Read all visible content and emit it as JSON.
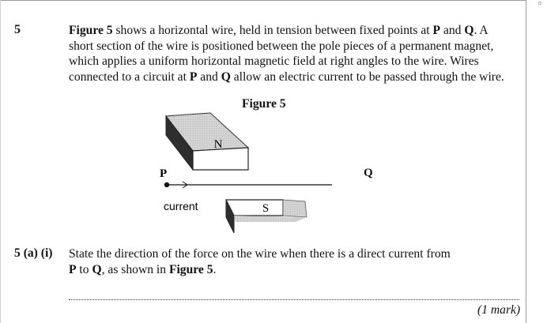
{
  "corner_mark": "ɑ",
  "question": {
    "number": "5",
    "intro_lines": [
      [
        {
          "t": "Figure 5",
          "b": true
        },
        {
          "t": " shows a horizontal wire, held in tension between fixed points at "
        },
        {
          "t": "P",
          "b": true
        },
        {
          "t": " and "
        },
        {
          "t": "Q",
          "b": true
        },
        {
          "t": ".  A"
        }
      ],
      [
        {
          "t": "short section of the wire is positioned between the pole pieces of a permanent magnet,"
        }
      ],
      [
        {
          "t": "which applies a uniform horizontal magnetic field at right angles to the wire.  Wires"
        }
      ],
      [
        {
          "t": "connected to a circuit at "
        },
        {
          "t": "P",
          "b": true
        },
        {
          "t": " and "
        },
        {
          "t": "Q",
          "b": true
        },
        {
          "t": " allow an electric current to be passed through the wire."
        }
      ]
    ]
  },
  "figure": {
    "title": "Figure 5",
    "label_p": "P",
    "label_q": "Q",
    "label_n": "N",
    "label_s": "S",
    "label_current": "current"
  },
  "part": {
    "number": "5 (a) (i)",
    "lines": [
      [
        {
          "t": "State the direction of the force on the wire when there is a direct current from"
        }
      ],
      [
        {
          "t": "P",
          "b": true
        },
        {
          "t": " to "
        },
        {
          "t": "Q",
          "b": true
        },
        {
          "t": ", as shown in "
        },
        {
          "t": "Figure 5",
          "b": true
        },
        {
          "t": "."
        }
      ]
    ],
    "mark": "(1 mark)"
  }
}
